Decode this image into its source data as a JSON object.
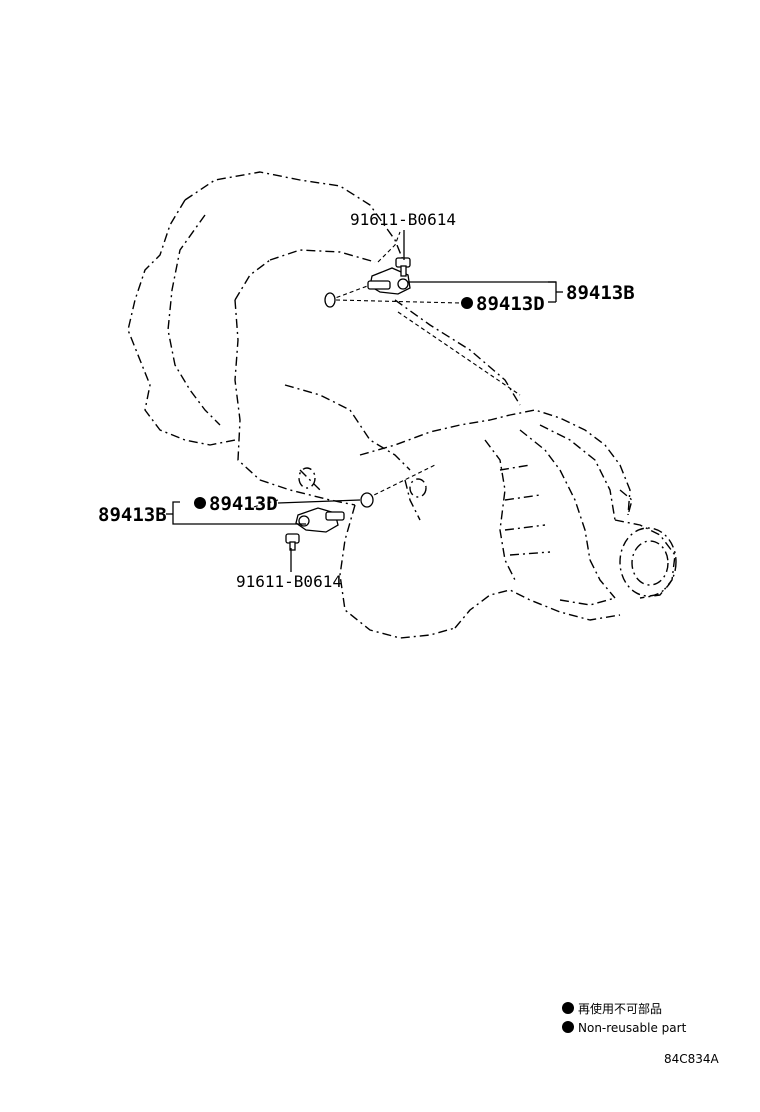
{
  "callouts": {
    "bolt_top": "91611-B0614",
    "sensor_top": "89413B",
    "seal_top": "89413D",
    "sensor_left": "89413B",
    "seal_left": "89413D",
    "bolt_bottom": "91611-B0614"
  },
  "legend": {
    "line1": "再使用不可部品",
    "line2": "Non-reusable part"
  },
  "figure_code": "84C834A"
}
